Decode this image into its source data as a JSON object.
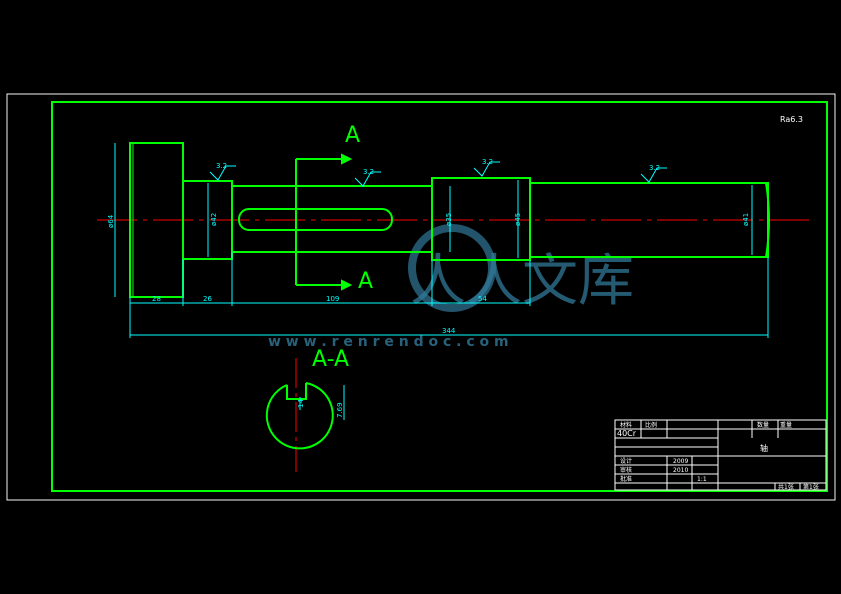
{
  "colors": {
    "background": "#000000",
    "outline": "#00ff00",
    "dimension": "#00ffff",
    "centerline": "#ff0000",
    "title_block": "#ffffff",
    "watermark": "#3b8fb5"
  },
  "roughness_global": "Ra6.3",
  "section_marks": {
    "top": "A",
    "bottom": "A"
  },
  "section_title": "A-A",
  "surface_finish": [
    "3.2",
    "3.2",
    "3.2",
    "3.2"
  ],
  "diameters": {
    "d1": "ø64",
    "d2": "ø42",
    "d3": "ø35",
    "d4": "ø45",
    "d5": "ø41"
  },
  "lengths": {
    "l1": "28",
    "l2": "26",
    "l3": "109",
    "l4": "54",
    "total": "344"
  },
  "section_dims": {
    "keyway_width": "14",
    "depth": "7.69"
  },
  "watermark": {
    "brand": "人人文库",
    "url": "w w w . r e n r e n d o c . c o m"
  },
  "title_block": {
    "material_label": "材料",
    "material_value": "40Cr",
    "qty_label": "比例",
    "scale_label": "数量",
    "scale_value": "重量",
    "part_name": "轴",
    "designer_label": "设计",
    "checker_label": "审核",
    "approver_label": "批准",
    "date1": "2009",
    "date2": "2010",
    "sheet1": "共1张",
    "sheet2": "第1张",
    "extra": "1:1"
  }
}
